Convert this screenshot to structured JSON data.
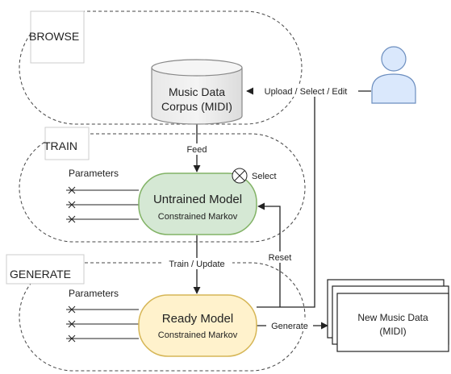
{
  "phases": {
    "browse": "BROWSE",
    "train": "TRAIN",
    "generate": "GENERATE"
  },
  "corpus": {
    "line1": "Music Data",
    "line2": "Corpus (MIDI)"
  },
  "user": {
    "icon": "user-icon"
  },
  "edges": {
    "upload": "Upload / Select / Edit",
    "feed": "Feed",
    "train_update": "Train / Update",
    "reset": "Reset",
    "generate": "Generate",
    "select": "Select"
  },
  "untrained": {
    "title": "Untrained Model",
    "subtitle": "Constrained Markov"
  },
  "ready": {
    "title": "Ready Model",
    "subtitle": "Constrained Markov"
  },
  "parameters": {
    "train": "Parameters",
    "generate": "Parameters"
  },
  "output": {
    "line1": "New Music Data",
    "line2": "(MIDI)"
  },
  "colors": {
    "user_fill": "#dae8fc",
    "user_stroke": "#6c8ebf",
    "untrained_fill": "#d5e8d4",
    "untrained_stroke": "#82b366",
    "ready_fill": "#fff2cc",
    "ready_stroke": "#d6b656"
  }
}
